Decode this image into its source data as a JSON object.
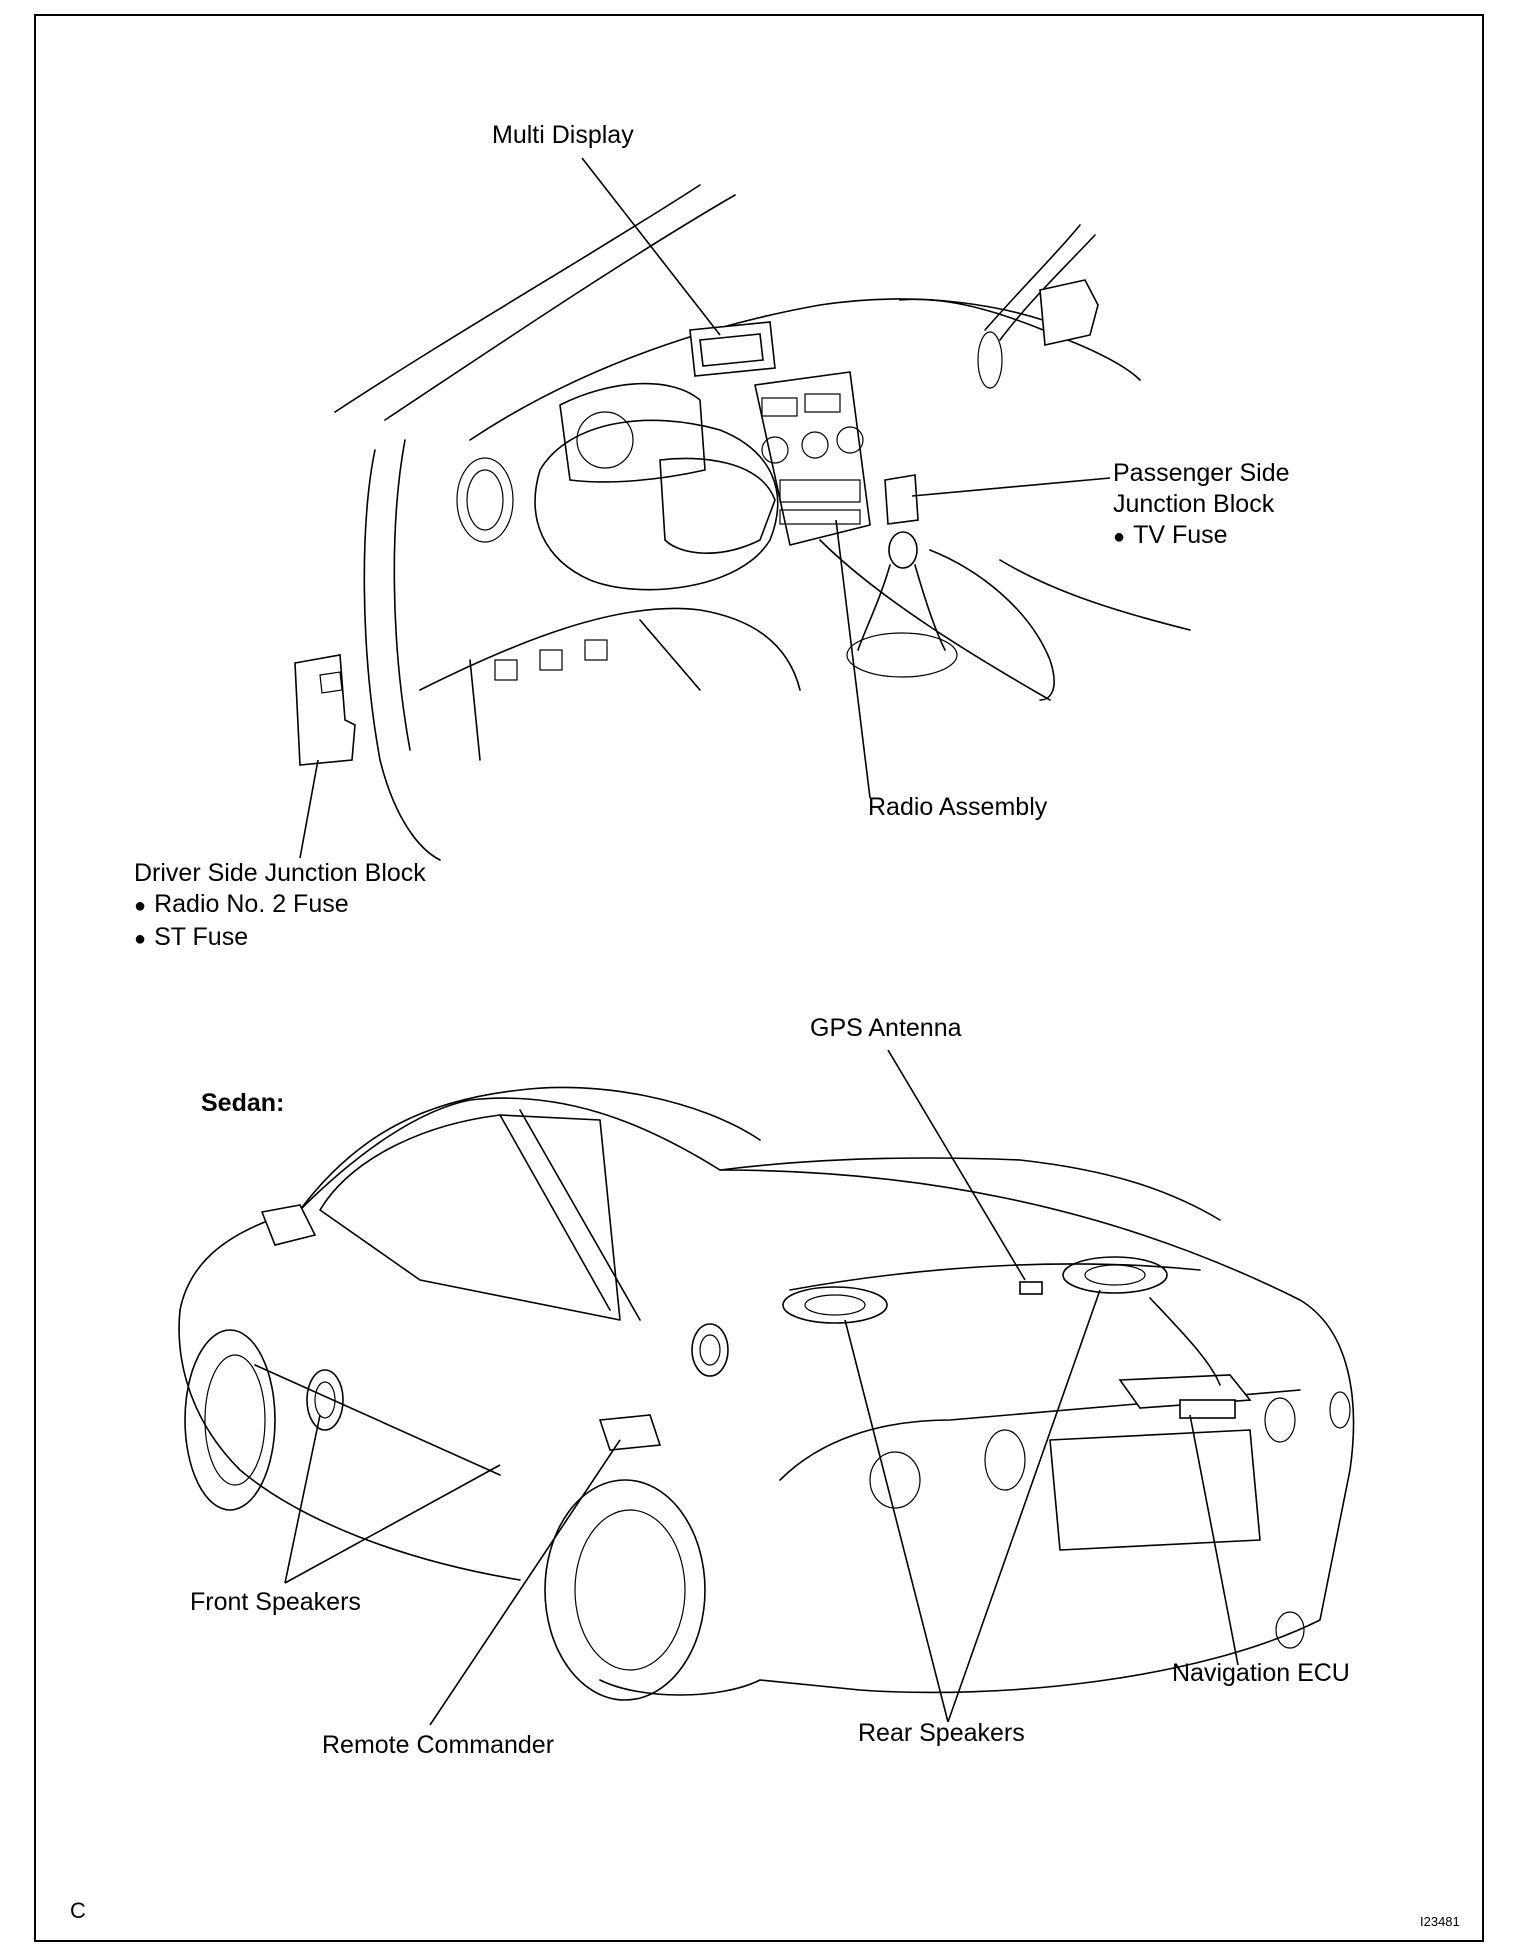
{
  "labels": {
    "multi_display": "Multi Display",
    "passenger_jb": [
      "Passenger Side",
      "Junction Block"
    ],
    "tv_fuse": "TV Fuse",
    "radio_assembly": "Radio Assembly",
    "driver_jb": "Driver Side Junction Block",
    "radio_no2_fuse": "Radio No. 2 Fuse",
    "st_fuse": "ST Fuse",
    "gps_antenna": "GPS Antenna",
    "sedan": "Sedan:",
    "front_speakers": "Front Speakers",
    "remote_commander": "Remote Commander",
    "rear_speakers": "Rear Speakers",
    "navigation_ecu": "Navigation ECU"
  },
  "corner_letter": "C",
  "figure_id": "I23481"
}
